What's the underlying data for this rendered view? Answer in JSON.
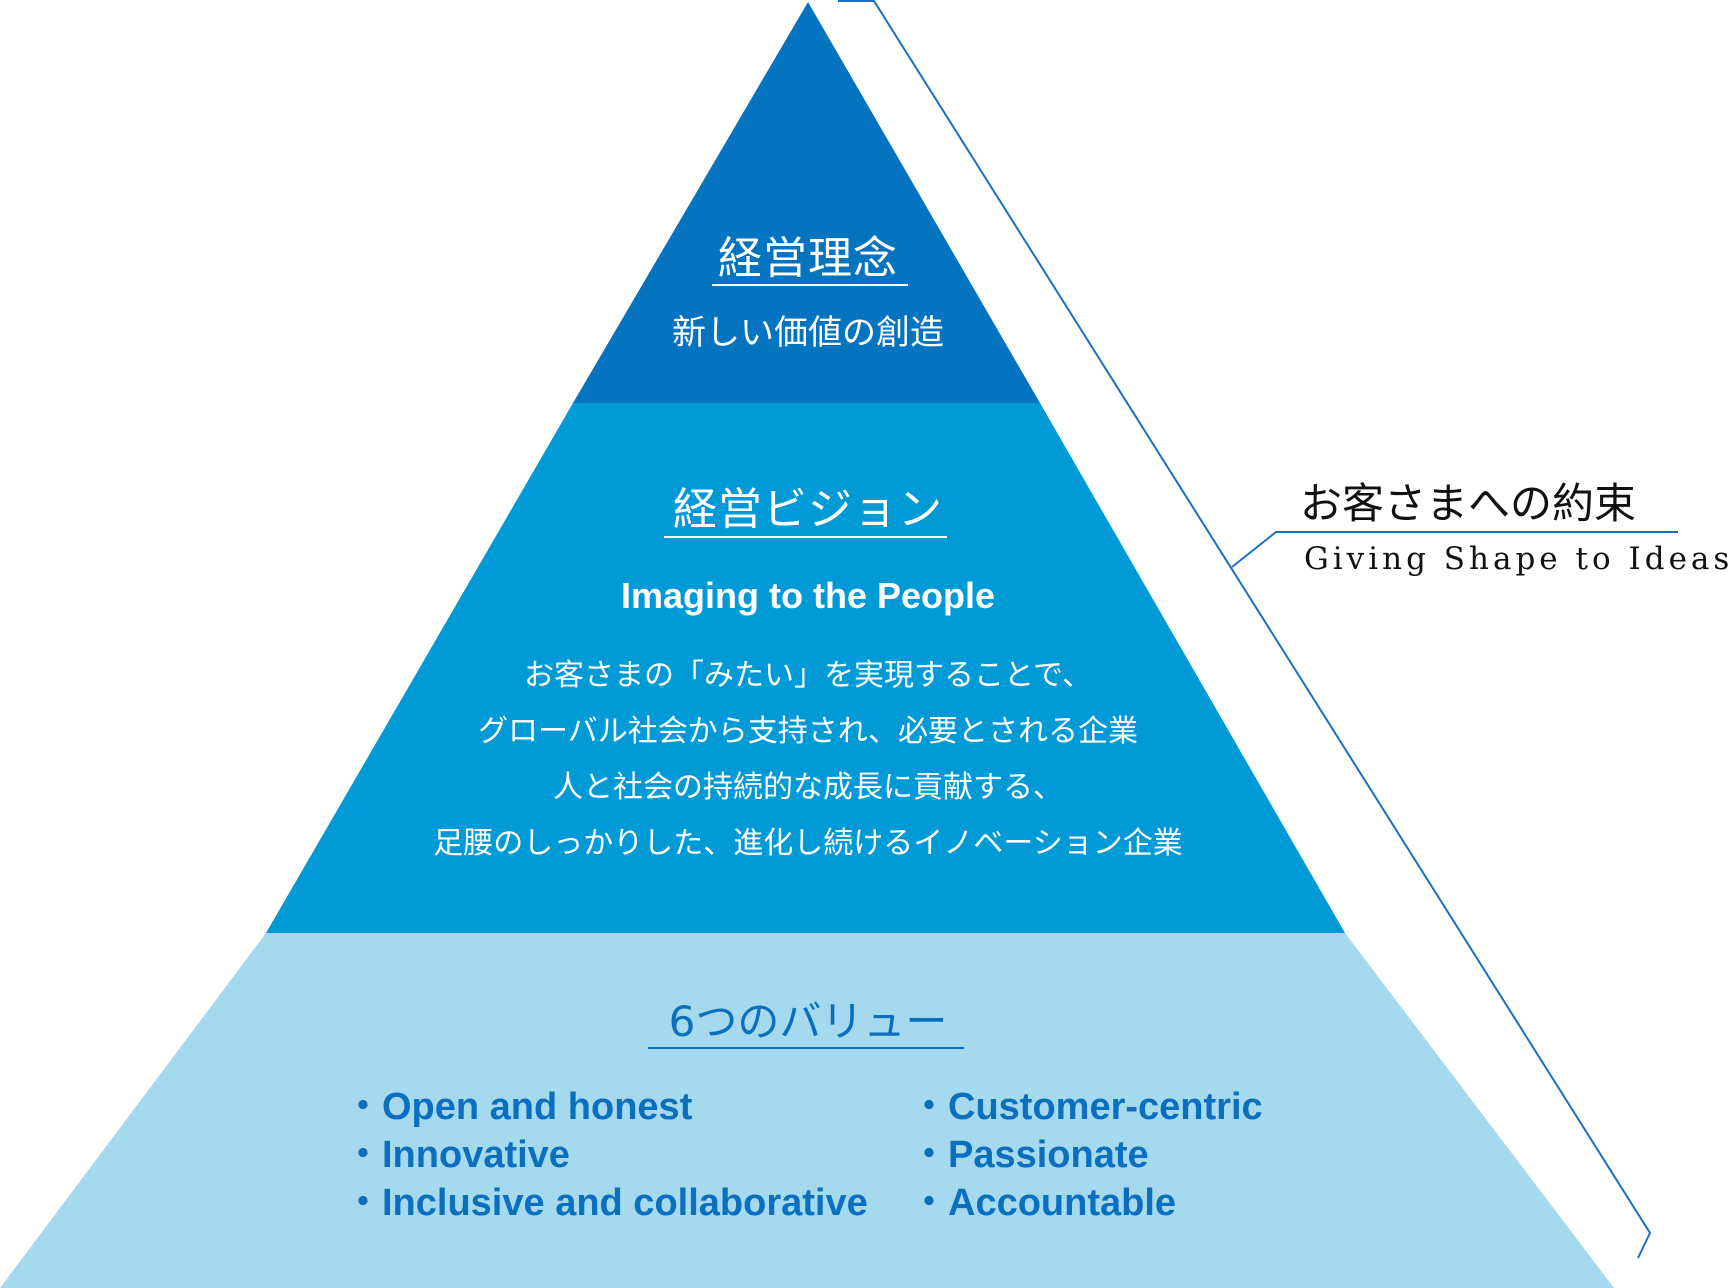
{
  "colors": {
    "tier_top": "#0473c0",
    "tier_middle": "#009ad7",
    "tier_bottom": "#a5d9ee",
    "accent_text": "#0a6fbf",
    "bracket_line": "#1a6fc4"
  },
  "pyramid": {
    "top": {
      "title": "経営理念",
      "subtitle": "新しい価値の創造"
    },
    "middle": {
      "title": "経営ビジョン",
      "slogan": "Imaging to the People",
      "lines": [
        "お客さまの「みたい」を実現することで、",
        "グローバル社会から支持され、必要とされる企業",
        "人と社会の持続的な成長に貢献する、",
        "足腰のしっかりした、進化し続けるイノベーション企業"
      ]
    },
    "bottom": {
      "title": "6つのバリュー",
      "values_left": [
        "・Open and honest",
        "・Innovative",
        "・Inclusive and collaborative"
      ],
      "values_right": [
        "・Customer-centric",
        "・Passionate",
        "・Accountable"
      ]
    }
  },
  "promise": {
    "title": "お客さまへの約束",
    "subtitle": "Giving Shape to Ideas"
  }
}
